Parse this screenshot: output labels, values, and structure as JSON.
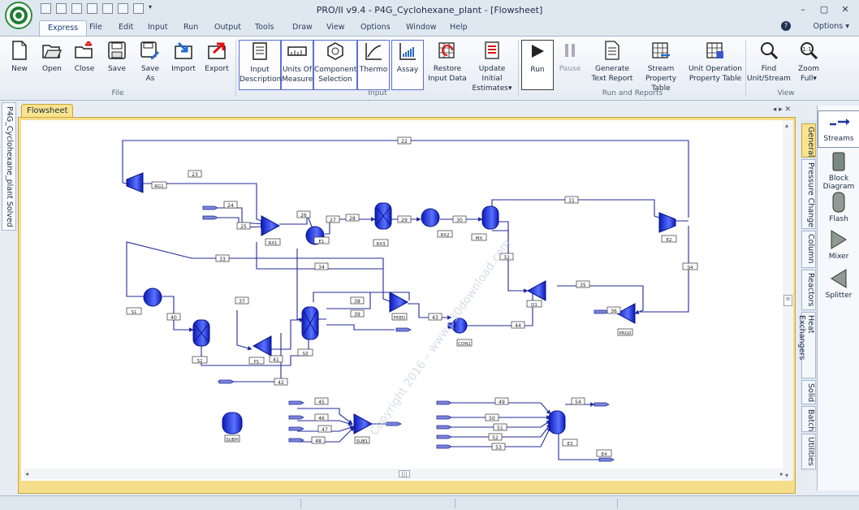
{
  "window": {
    "title": "PRO/II v9.4 - P4G_Cyclohexane_plant - [Flowsheet]",
    "controls": [
      "–",
      "▢",
      "✕"
    ]
  },
  "tabs": [
    "Express",
    "File",
    "Edit",
    "Input",
    "Run",
    "Output",
    "Tools",
    "Draw",
    "View",
    "Options",
    "Window",
    "Help"
  ],
  "options_label": "Options",
  "ribbon": {
    "file": [
      {
        "line1": "New",
        "line2": "",
        "icon": "new-file-icon"
      },
      {
        "line1": "Open",
        "line2": "",
        "icon": "open-folder-icon"
      },
      {
        "line1": "Close",
        "line2": "",
        "icon": "close-folder-icon"
      },
      {
        "line1": "Save",
        "line2": "",
        "icon": "save-disk-icon"
      },
      {
        "line1": "Save",
        "line2": "As",
        "icon": "save-as-icon"
      },
      {
        "line1": "Import",
        "line2": "",
        "icon": "import-icon"
      },
      {
        "line1": "Export",
        "line2": "",
        "icon": "export-icon"
      }
    ],
    "input": [
      {
        "line1": "Input",
        "line2": "Description",
        "icon": "document-icon"
      },
      {
        "line1": "Units Of",
        "line2": "Measure",
        "icon": "ruler-icon"
      },
      {
        "line1": "Component",
        "line2": "Selection",
        "icon": "hexagon-icon"
      },
      {
        "line1": "Thermo",
        "line2": "",
        "icon": "thermo-curve-icon"
      },
      {
        "line1": "Assay",
        "line2": "",
        "icon": "assay-chart-icon"
      },
      {
        "line1": "Restore",
        "line2": "Input Data",
        "icon": "restore-icon"
      },
      {
        "line1": "Update Initial",
        "line2": "Estimates",
        "icon": "update-estimates-icon"
      }
    ],
    "run": [
      {
        "line1": "Run",
        "line2": "",
        "icon": "play-icon"
      },
      {
        "line1": "Pause",
        "line2": "",
        "icon": "pause-icon"
      },
      {
        "line1": "Generate",
        "line2": "Text Report",
        "icon": "report-icon"
      },
      {
        "line1": "Stream",
        "line2": "Property Table",
        "icon": "stream-table-icon"
      },
      {
        "line1": "Unit Operation",
        "line2": "Property Table",
        "icon": "unitop-table-icon"
      }
    ],
    "view": [
      {
        "line1": "Find",
        "line2": "Unit/Stream",
        "icon": "find-icon"
      },
      {
        "line1": "Zoom",
        "line2": "Full",
        "icon": "zoom-full-icon"
      }
    ],
    "groups": {
      "file": "File",
      "input": "Input",
      "run": "Run and Reports",
      "view": "View"
    }
  },
  "document": {
    "tab": "Flowsheet",
    "side_tab": "P4G_Cyclohexane_plant Solved"
  },
  "palette_tabs": [
    "General",
    "Pressure Change",
    "Column",
    "Reactors",
    "Heat Exchangers",
    "Solid",
    "Batch",
    "Utilities"
  ],
  "palette_items": [
    {
      "label": "Streams",
      "icon": "streams-icon"
    },
    {
      "label": "Block\nDiagram",
      "icon": "block-diagram-icon"
    },
    {
      "label": "Flash",
      "icon": "flash-drum-icon"
    },
    {
      "label": "Mixer",
      "icon": "mixer-icon"
    },
    {
      "label": "Splitter",
      "icon": "splitter-icon"
    }
  ],
  "flowsheet": {
    "units": [
      "RG1",
      "RX1",
      "E1",
      "RX3",
      "RX2",
      "MX",
      "E2",
      "D1",
      "S1",
      "S2",
      "S3",
      "P1",
      "FEED",
      "CON1",
      "PRG0",
      "SUBH",
      "SUB1",
      "E3",
      "E4",
      "S4"
    ],
    "streams": [
      "22",
      "23",
      "24",
      "25",
      "26",
      "27",
      "28",
      "29",
      "30",
      "31",
      "32",
      "33",
      "34",
      "35",
      "36",
      "37",
      "38",
      "39",
      "40",
      "41",
      "42",
      "43",
      "44",
      "45",
      "46",
      "47",
      "48",
      "49",
      "50",
      "51",
      "52",
      "53",
      "54"
    ],
    "watermark": "Copyright 2016 – www.p30download.com"
  },
  "colors": {
    "accent": "#2032c8",
    "canvas_border": "#f6dd8a",
    "ribbon_select": "#5a6fd8"
  }
}
